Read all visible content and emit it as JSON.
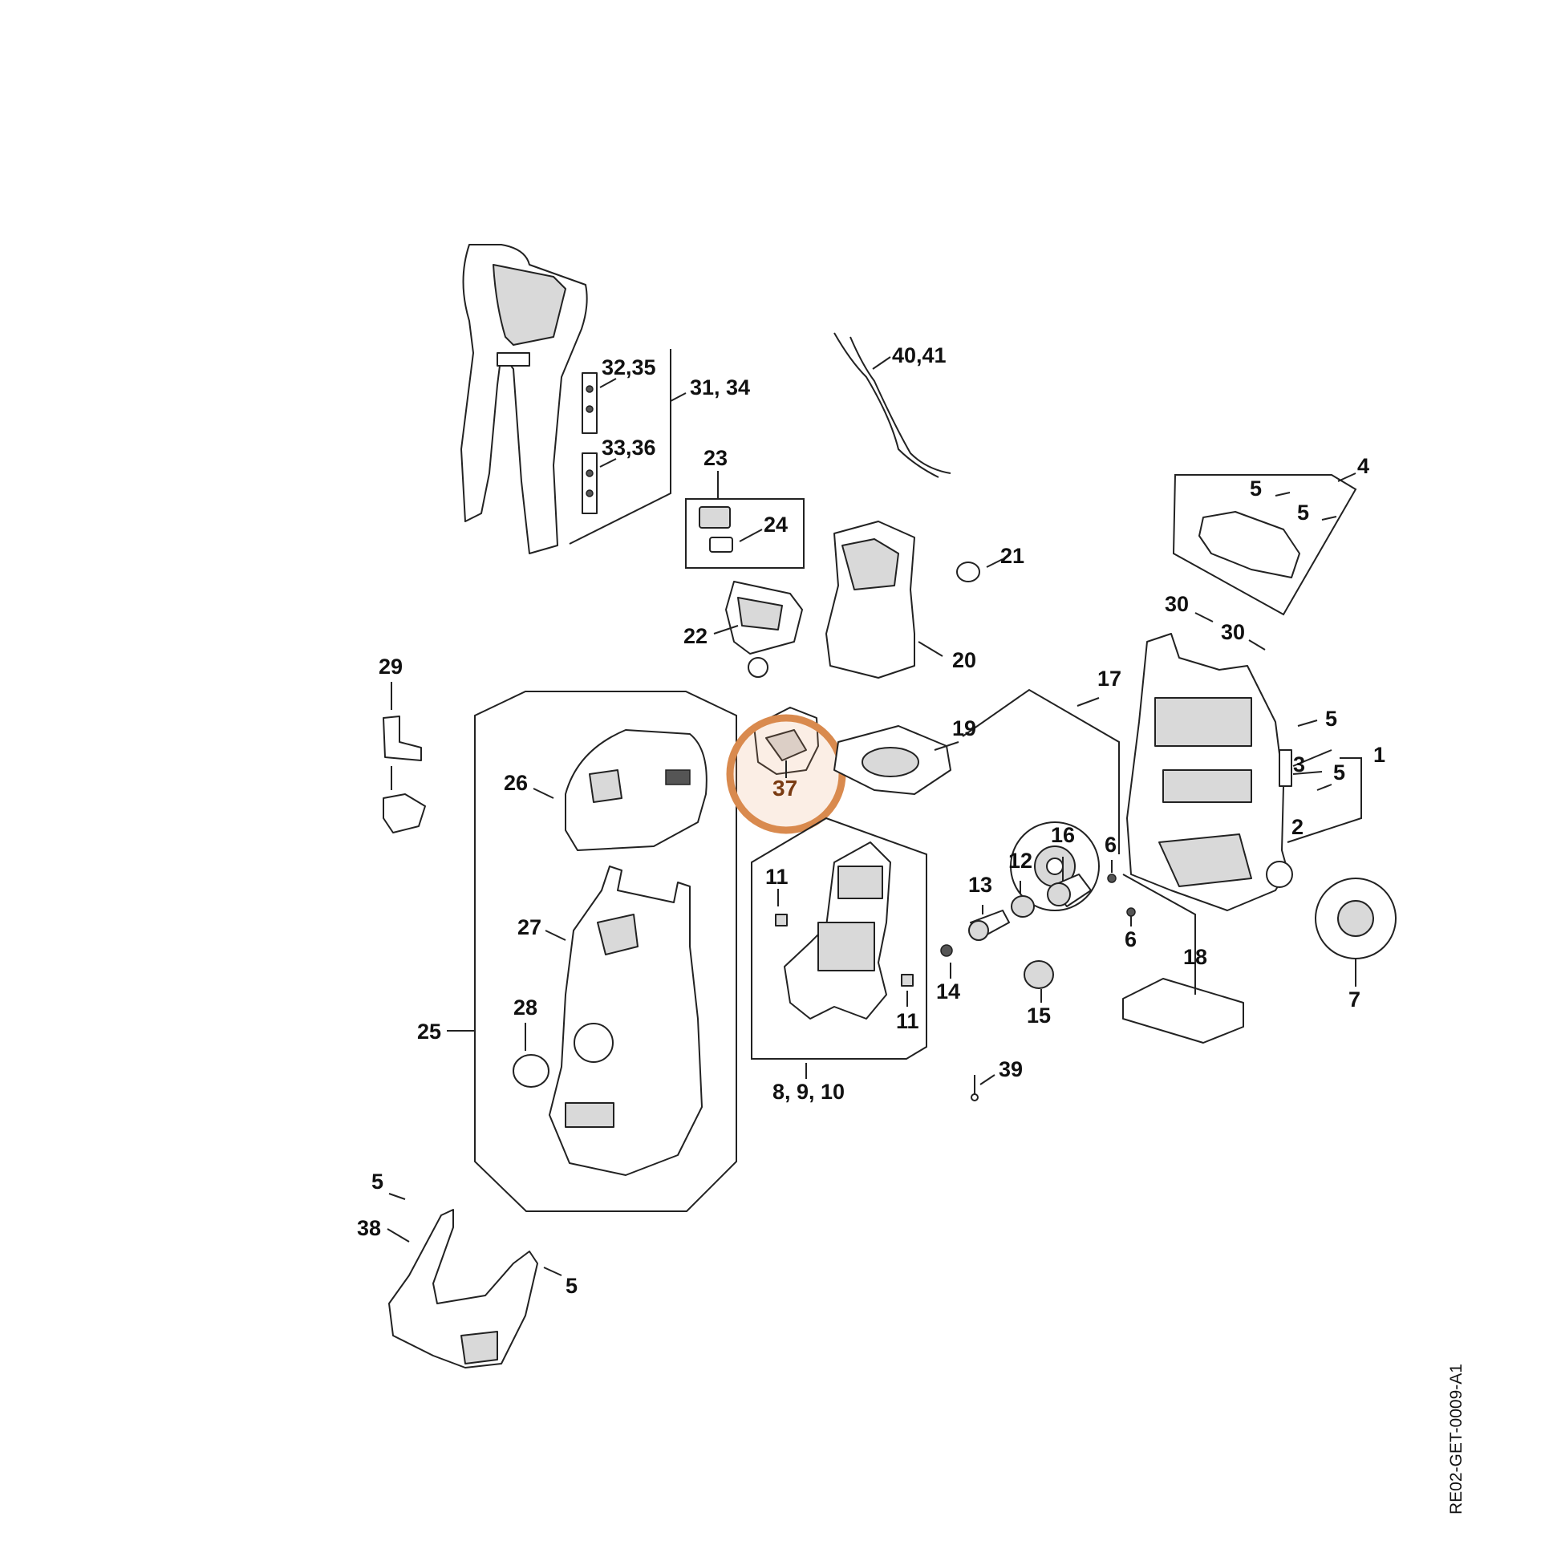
{
  "labels": {
    "p1": "1",
    "p2": "2",
    "p3": "3",
    "p4": "4",
    "p5a": "5",
    "p5b": "5",
    "p5c": "5",
    "p5d": "5",
    "p5e": "5",
    "p5f": "5",
    "p6a": "6",
    "p6b": "6",
    "p7": "7",
    "p8": "8, 9, 10",
    "p11a": "11",
    "p11b": "11",
    "p12": "12",
    "p13": "13",
    "p14": "14",
    "p15": "15",
    "p16": "16",
    "p17": "17",
    "p18": "18",
    "p19": "19",
    "p20": "20",
    "p21": "21",
    "p22": "22",
    "p23": "23",
    "p24": "24",
    "p25": "25",
    "p26": "26",
    "p27": "27",
    "p28": "28",
    "p29": "29",
    "p30a": "30",
    "p30b": "30",
    "p31": "31, 34",
    "p32": "32,35",
    "p33": "33,36",
    "p37": "37",
    "p38": "38",
    "p39": "39",
    "p40": "40,41"
  },
  "highlighted_part": "37",
  "document_code": "RE02-GET-0009-A1",
  "colors": {
    "highlight": "#d98a4e",
    "line": "#222222"
  }
}
